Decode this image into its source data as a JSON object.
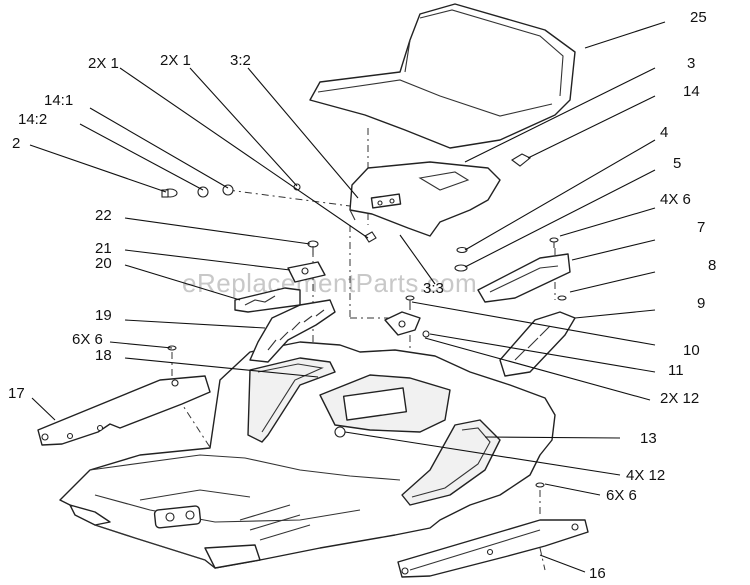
{
  "watermark": "eReplacementParts.com",
  "callouts": [
    {
      "id": "c25",
      "label": "25"
    },
    {
      "id": "c3",
      "label": "3"
    },
    {
      "id": "c14",
      "label": "14"
    },
    {
      "id": "c4",
      "label": "4"
    },
    {
      "id": "c5",
      "label": "5"
    },
    {
      "id": "c4x6",
      "label": "4X 6"
    },
    {
      "id": "c7",
      "label": "7"
    },
    {
      "id": "c8",
      "label": "8"
    },
    {
      "id": "c9",
      "label": "9"
    },
    {
      "id": "c10",
      "label": "10"
    },
    {
      "id": "c11",
      "label": "11"
    },
    {
      "id": "c2x12",
      "label": "2X 12"
    },
    {
      "id": "c13",
      "label": "13"
    },
    {
      "id": "c4x12",
      "label": "4X 12"
    },
    {
      "id": "c6x6r",
      "label": "6X 6"
    },
    {
      "id": "c16",
      "label": "16"
    },
    {
      "id": "c2x1a",
      "label": "2X 1"
    },
    {
      "id": "c2x1b",
      "label": "2X 1"
    },
    {
      "id": "c32",
      "label": "3:2"
    },
    {
      "id": "c141",
      "label": "14:1"
    },
    {
      "id": "c142",
      "label": "14:2"
    },
    {
      "id": "c2",
      "label": "2"
    },
    {
      "id": "c22",
      "label": "22"
    },
    {
      "id": "c21",
      "label": "21"
    },
    {
      "id": "c20",
      "label": "20"
    },
    {
      "id": "c33",
      "label": "3:3"
    },
    {
      "id": "c19",
      "label": "19"
    },
    {
      "id": "c6x6l",
      "label": "6X 6"
    },
    {
      "id": "c18",
      "label": "18"
    },
    {
      "id": "c17",
      "label": "17"
    }
  ]
}
